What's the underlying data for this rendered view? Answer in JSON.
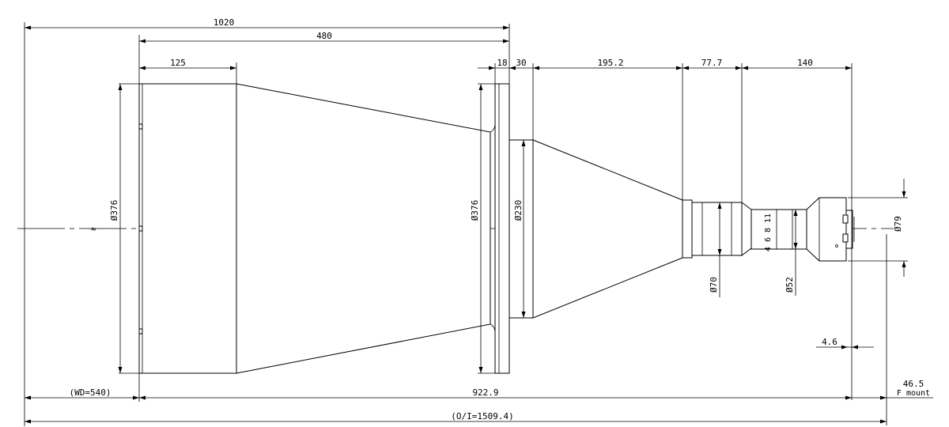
{
  "drawing": {
    "type": "lens dimension drawing",
    "accent_color": "#000000",
    "background_color": "#ffffff"
  },
  "dimensions": {
    "total_length": "1020",
    "front_section": "480",
    "front_barrel": "125",
    "flange": "18",
    "flange_step": "30",
    "cone_section": "195.2",
    "mid_barrel": "77.7",
    "rear_section": "140",
    "front_diameter": "376",
    "flange_diameter": "376",
    "neck_diameter": "230",
    "mid_diameter": "70",
    "rear_diameter": "52",
    "mount_diameter": "79",
    "mount_offset": "4.6",
    "working_distance": "(WD=540)",
    "optical_length": "922.9",
    "flange_back": "46.5",
    "mount_label": "F mount",
    "object_to_image": "(O/I=1509.4)",
    "diameter_symbol": "Ø",
    "break_symbol": "≈"
  },
  "ring_markings": "4 6 8 11"
}
